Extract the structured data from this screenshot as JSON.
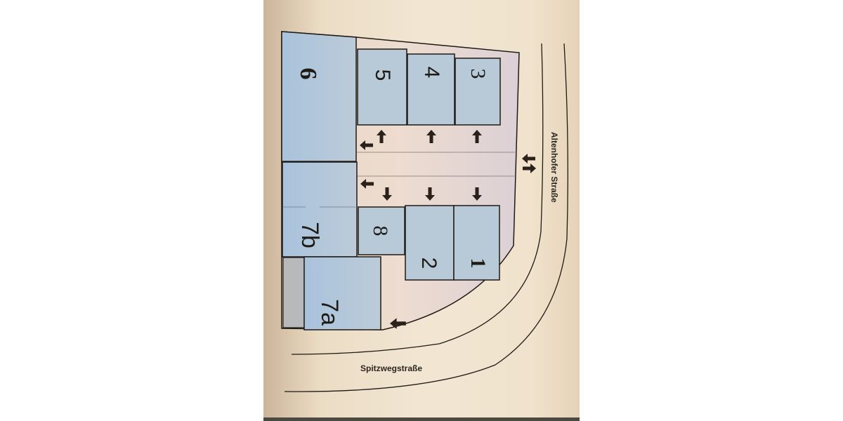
{
  "map": {
    "type": "site plan photo",
    "colors": {
      "paper": "#f2e6d3",
      "plot_fill": "#b4cadb",
      "plot_fill_dark": "#9fbfdc",
      "courtyard_fill": "#e6d6cc",
      "line": "#1e1a16",
      "grey_strip": "#b7b9bb"
    },
    "plots": [
      {
        "id": "1",
        "label": "1"
      },
      {
        "id": "2",
        "label": "2"
      },
      {
        "id": "3",
        "label": "3"
      },
      {
        "id": "4",
        "label": "4"
      },
      {
        "id": "5",
        "label": "5"
      },
      {
        "id": "6",
        "label": "6"
      },
      {
        "id": "7a",
        "label": "7a"
      },
      {
        "id": "7b",
        "label": "7b"
      },
      {
        "id": "8",
        "label": "8"
      }
    ],
    "streets": [
      {
        "id": "altenhofer",
        "label": "Altenhofer Straße"
      },
      {
        "id": "spitzweg",
        "label": "Spitzwegstraße"
      }
    ],
    "arrows": [
      {
        "id": "up-5",
        "direction": "up"
      },
      {
        "id": "up-4",
        "direction": "up"
      },
      {
        "id": "up-3",
        "direction": "up"
      },
      {
        "id": "left-upper",
        "direction": "left"
      },
      {
        "id": "left-lower",
        "direction": "left"
      },
      {
        "id": "down-8",
        "direction": "down"
      },
      {
        "id": "down-2",
        "direction": "down"
      },
      {
        "id": "down-1",
        "direction": "down"
      },
      {
        "id": "entrance-in",
        "direction": "left"
      },
      {
        "id": "entrance-out",
        "direction": "right"
      },
      {
        "id": "exit-7a",
        "direction": "left"
      }
    ]
  }
}
